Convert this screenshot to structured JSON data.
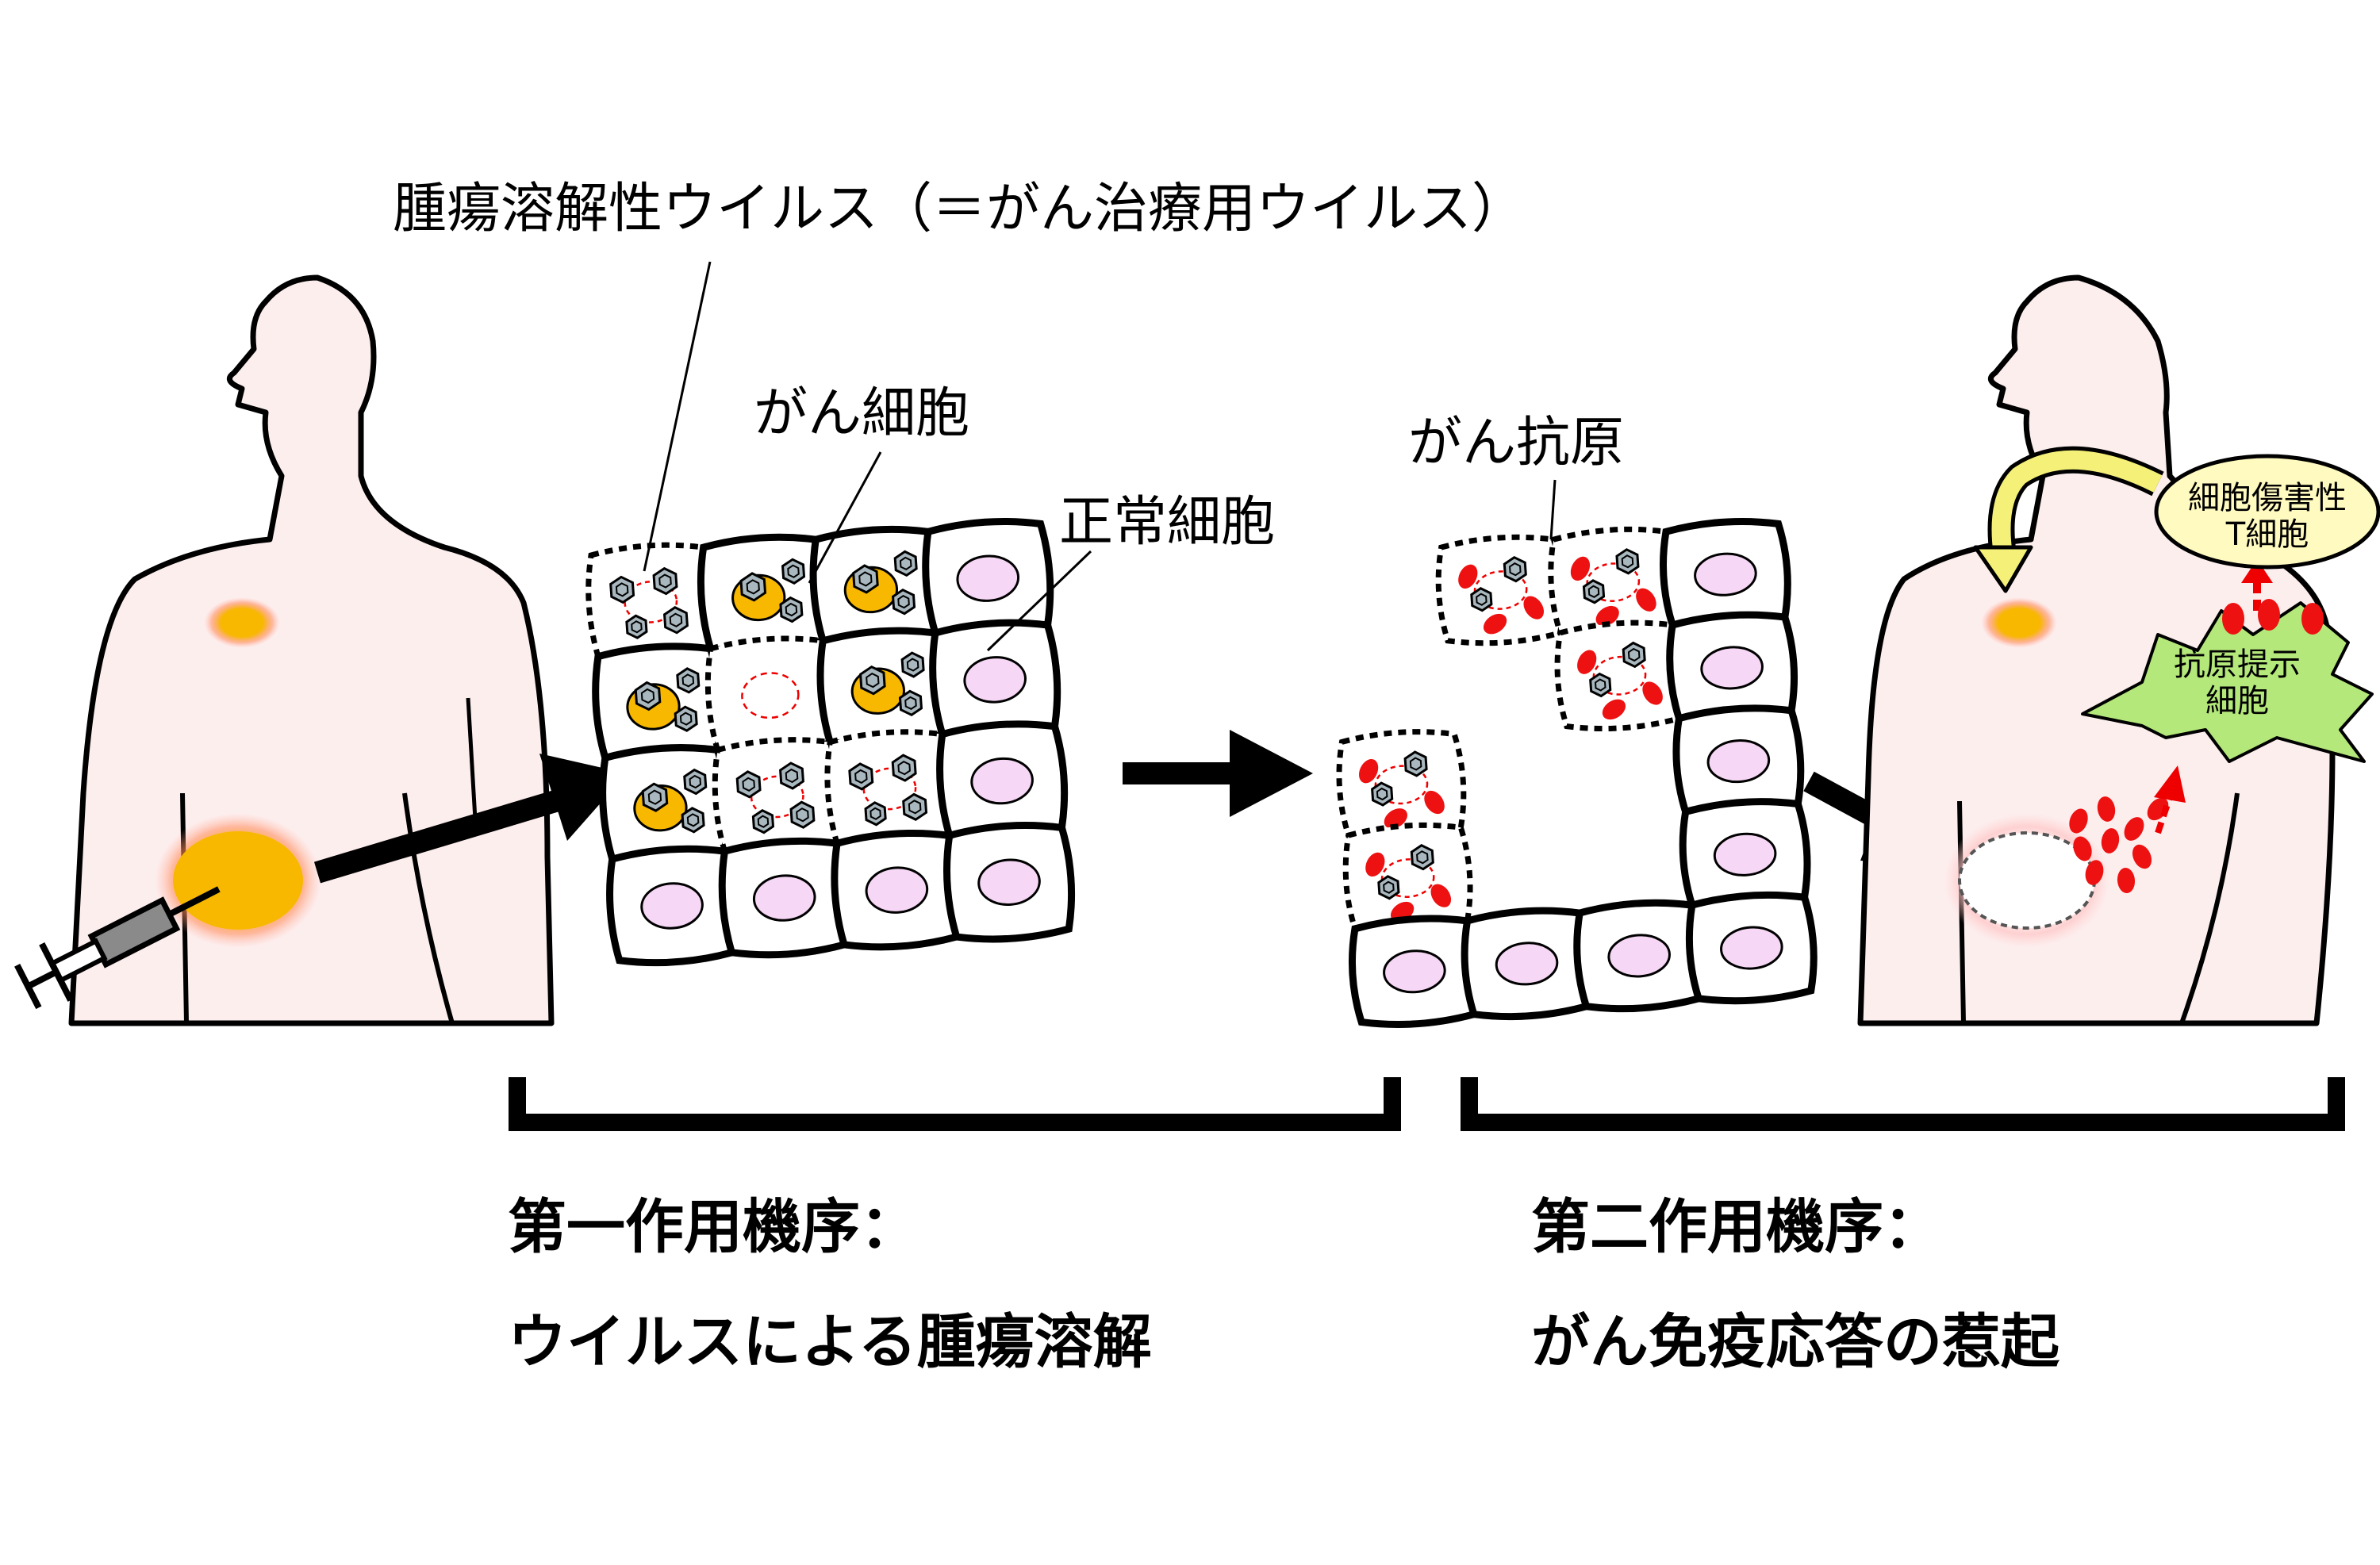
{
  "labels": {
    "oncolytic_virus": "腫瘍溶解性ウイルス（＝がん治療用ウイルス）",
    "cancer_cell": "がん細胞",
    "normal_cell": "正常細胞",
    "cancer_antigen": "がん抗原",
    "ctl_line1": "細胞傷害性",
    "ctl_line2": "T細胞",
    "apc_line1": "抗原提示",
    "apc_line2": "細胞"
  },
  "mechanisms": {
    "first_title": "第一作用機序：",
    "first_desc": "ウイルスによる腫瘍溶解",
    "second_title": "第二作用機序：",
    "second_desc": "がん免疫応答の惹起"
  },
  "colors": {
    "skin": "#fdeeee",
    "tumor": "#f8b800",
    "nucleus": "#f6d7f5",
    "virus": "#a9b8bf",
    "antigen": "#ee1111",
    "apc": "#b4e87a",
    "tcell": "#fffac0",
    "curve_arrow": "#f5f078"
  }
}
